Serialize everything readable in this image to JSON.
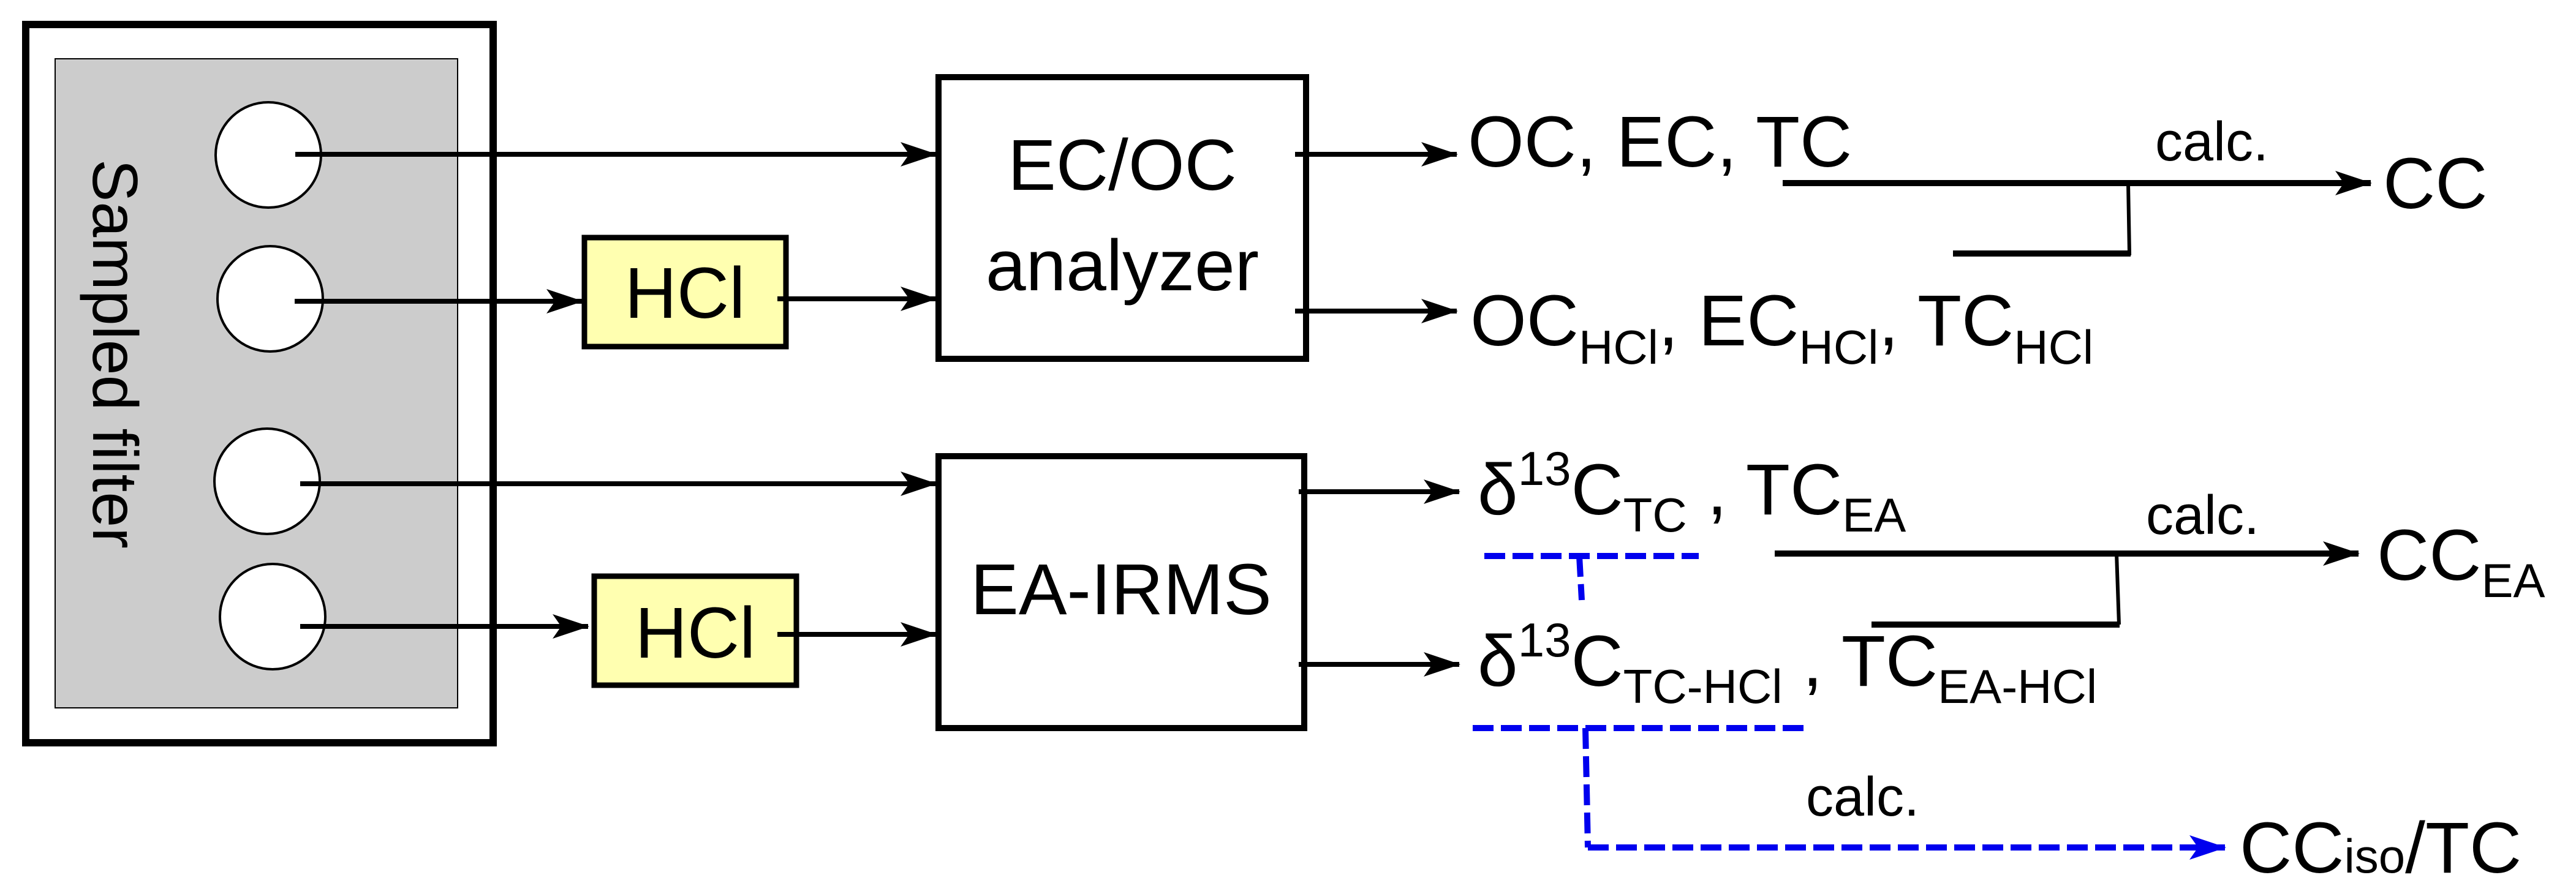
{
  "diagram": {
    "filter": {
      "label": "Sampled filter",
      "punch_count": 4,
      "fill": "#cccccc"
    },
    "pretreatment": {
      "label": "HCl",
      "fill": "#ffffb0"
    },
    "instruments": {
      "ecoc": {
        "line1": "EC/OC",
        "line2": "analyzer"
      },
      "ea": {
        "label": "EA-IRMS"
      }
    },
    "outputs": {
      "ecoc_raw": {
        "items": [
          {
            "base": "OC",
            "sub": "",
            "sep": ", "
          },
          {
            "base": "EC",
            "sub": "",
            "sep": ", "
          },
          {
            "base": "TC",
            "sub": "",
            "sep": ""
          }
        ]
      },
      "ecoc_hcl": {
        "items": [
          {
            "base": "OC",
            "sub": "HCl",
            "sep": ", "
          },
          {
            "base": "EC",
            "sub": "HCl",
            "sep": ", "
          },
          {
            "base": "TC",
            "sub": "HCl",
            "sep": ""
          }
        ]
      },
      "ea_raw": {
        "delta": "δ",
        "sup": "13",
        "c": "C",
        "c_sub": "TC",
        "sep": " , ",
        "tc": "TC",
        "tc_sub": "EA"
      },
      "ea_hcl": {
        "delta": "δ",
        "sup": "13",
        "c": "C",
        "c_sub": "TC-HCl",
        "sep": " , ",
        "tc": "TC",
        "tc_sub": "EA-HCl"
      }
    },
    "results": {
      "cc": {
        "base": "CC",
        "sub": "",
        "calc_label": "calc."
      },
      "cc_ea": {
        "base": "CC",
        "sub": "EA",
        "calc_label": "calc."
      },
      "cc_iso": {
        "base": "CC",
        "sub": "iso",
        "suffix": "/TC",
        "calc_label": "calc."
      }
    },
    "colors": {
      "line": "#000000",
      "isotope_path": "#0000ee",
      "hcl_box": "#ffffb0",
      "filter_bg": "#cccccc"
    }
  }
}
